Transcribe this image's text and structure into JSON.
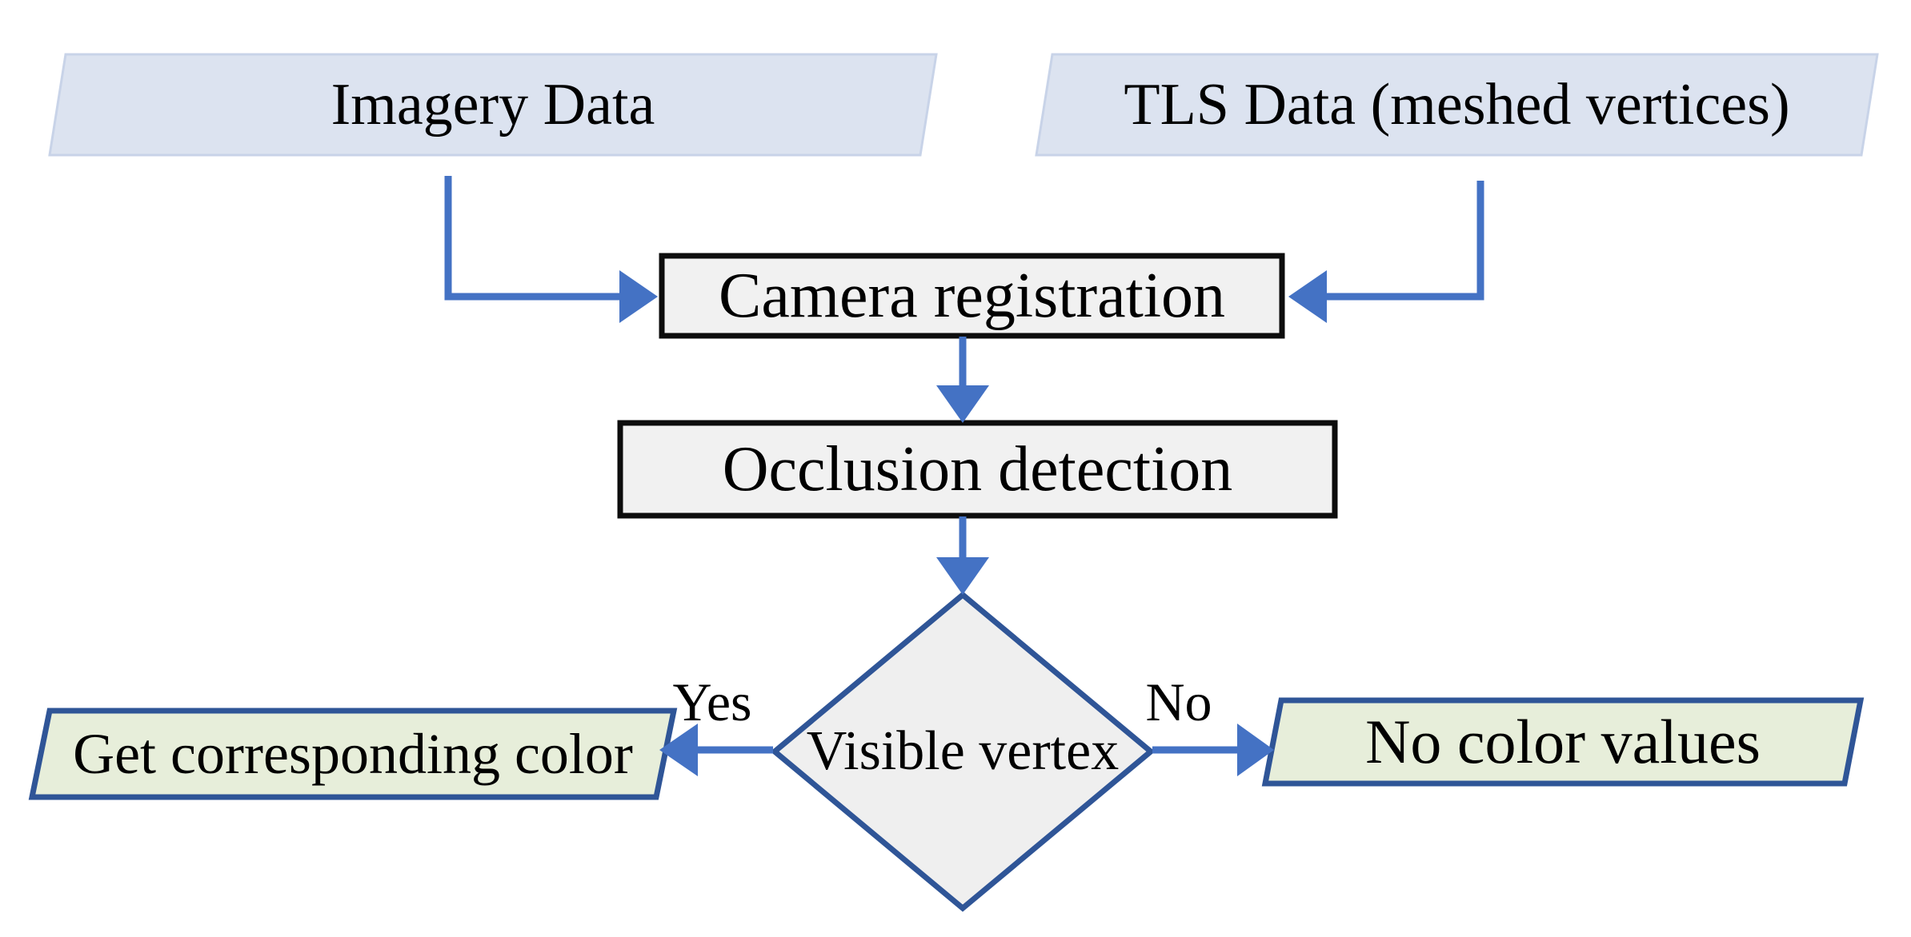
{
  "colors": {
    "background": "#ffffff",
    "text": "#000000",
    "arrow": "#4472c4",
    "dark_blue_border": "#2f5597",
    "blue_parallelogram_fill": "#dce3f0",
    "blue_parallelogram_border": "#c8d3e8",
    "process_fill": "#f1f1f1",
    "process_border": "#0d0d0d",
    "decision_fill": "#efefef",
    "result_fill": "#e7eeda"
  },
  "nodes": {
    "imagery": {
      "label": "Imagery Data",
      "type": "data-parallelogram"
    },
    "tls": {
      "label": "TLS Data (meshed vertices)",
      "type": "data-parallelogram"
    },
    "camera_registration": {
      "label": "Camera registration",
      "type": "process"
    },
    "occlusion_detection": {
      "label": "Occlusion detection",
      "type": "process"
    },
    "visible_vertex": {
      "label": "Visible vertex",
      "type": "decision"
    },
    "get_color": {
      "label": "Get corresponding color",
      "type": "result-parallelogram"
    },
    "no_color": {
      "label": "No color values",
      "type": "result-parallelogram"
    }
  },
  "edges": [
    {
      "from": "imagery",
      "to": "camera_registration",
      "label": ""
    },
    {
      "from": "tls",
      "to": "camera_registration",
      "label": ""
    },
    {
      "from": "camera_registration",
      "to": "occlusion_detection",
      "label": ""
    },
    {
      "from": "occlusion_detection",
      "to": "visible_vertex",
      "label": ""
    },
    {
      "from": "visible_vertex",
      "to": "get_color",
      "label": "Yes"
    },
    {
      "from": "visible_vertex",
      "to": "no_color",
      "label": "No"
    }
  ]
}
